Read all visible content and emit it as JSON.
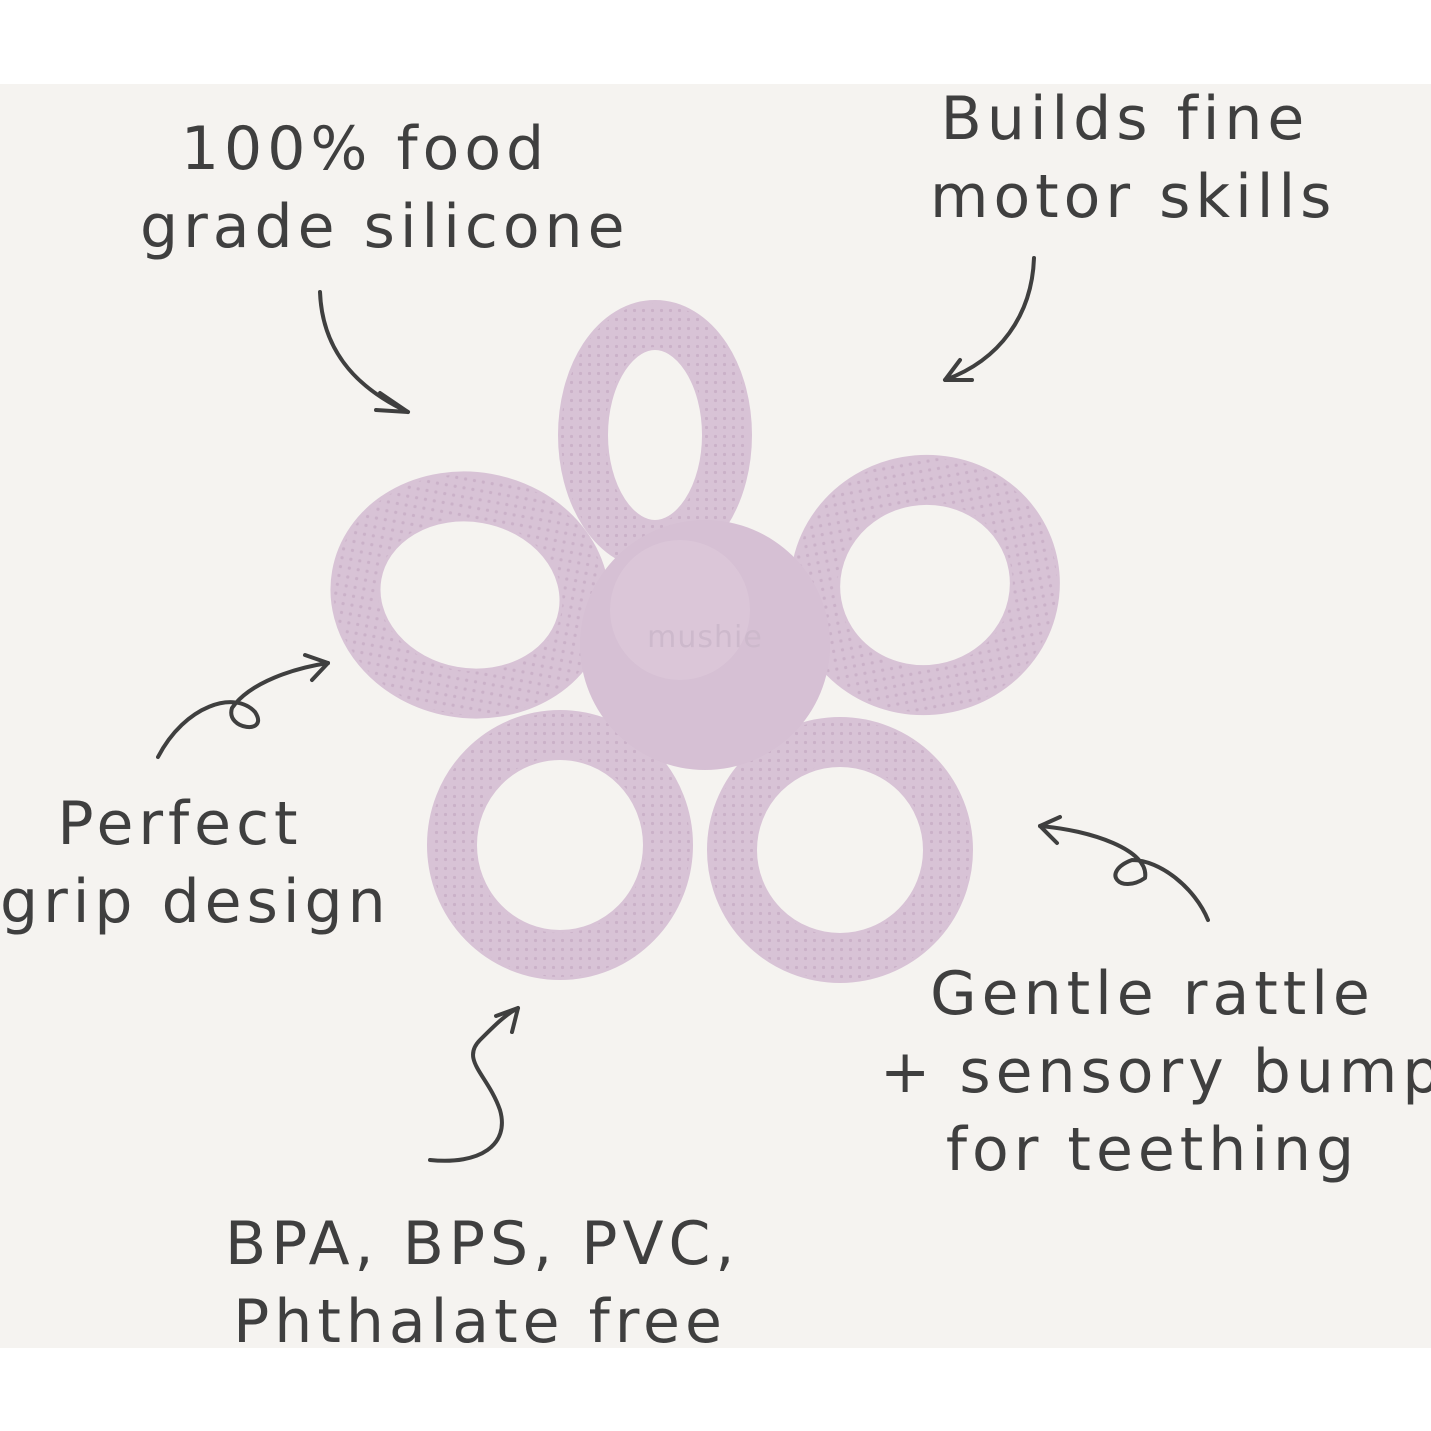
{
  "background": "#f5f3f0",
  "product_color": "#d8c3d6",
  "ink_color": "#3f3f3f",
  "brand_text": "mushie",
  "callouts": {
    "silicone": {
      "line1": "100% food",
      "line2": "grade silicone"
    },
    "motor": {
      "line1": "Builds fine",
      "line2": "motor skills"
    },
    "grip": {
      "line1": "Perfect",
      "line2": "grip design"
    },
    "rattle": {
      "line1": "Gentle rattle",
      "line2": "+ sensory bumps",
      "line3": "for teething"
    },
    "free": {
      "line1": "BPA, BPS, PVC,",
      "line2": "Phthalate free"
    }
  }
}
